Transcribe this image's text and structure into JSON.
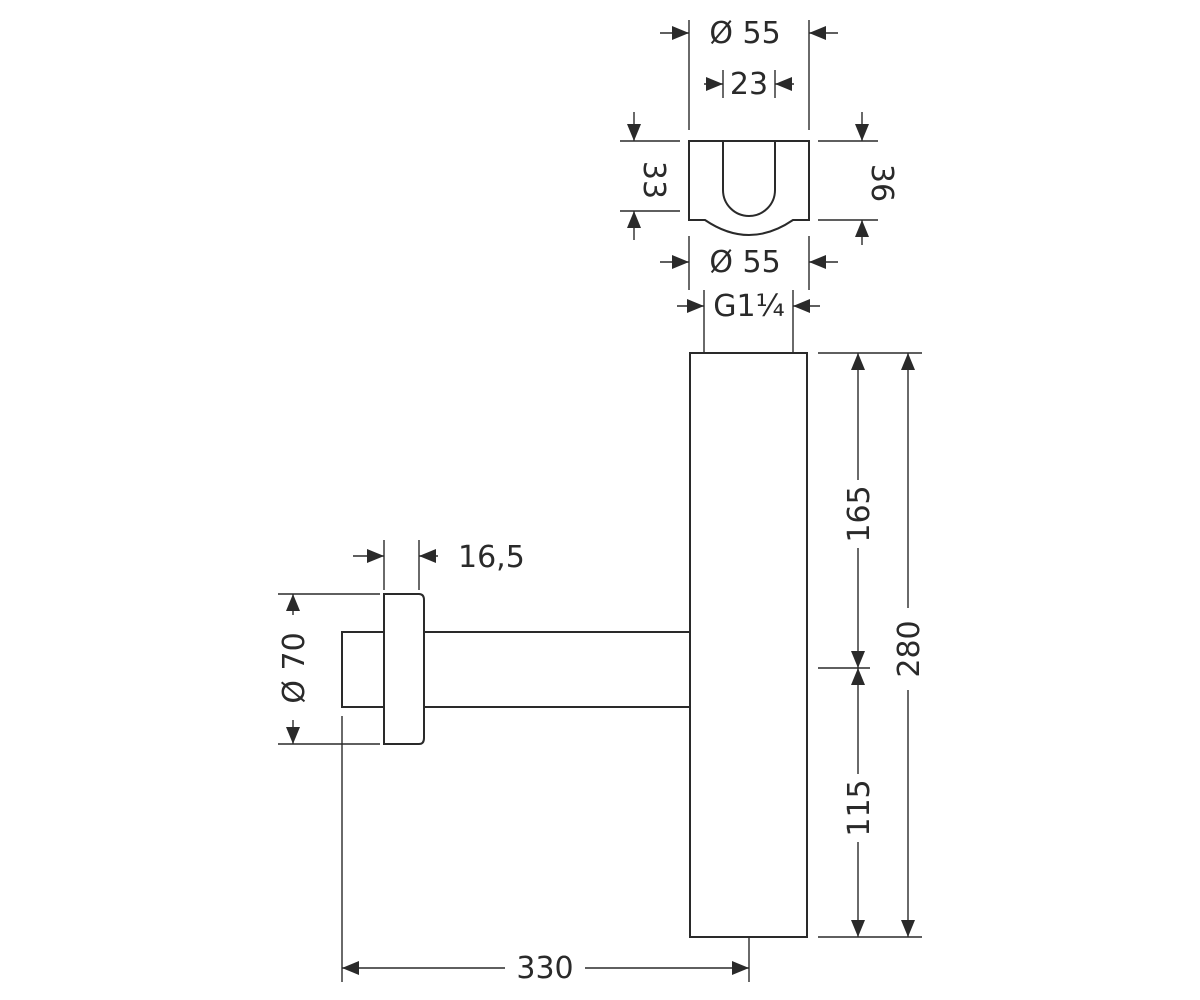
{
  "dimensions": {
    "top_outer_diameter": "Ø 55",
    "top_slot_width": "23",
    "top_left_height": "33",
    "top_right_height": "36",
    "lower_diameter": "Ø 55",
    "thread": "G1¼",
    "rosette_thickness": "16,5",
    "rosette_diameter": "Ø 70",
    "upper_height": "165",
    "lower_height": "115",
    "total_height": "280",
    "projection": "330"
  },
  "colors": {
    "line": "#2a2a2a",
    "background": "#ffffff"
  }
}
